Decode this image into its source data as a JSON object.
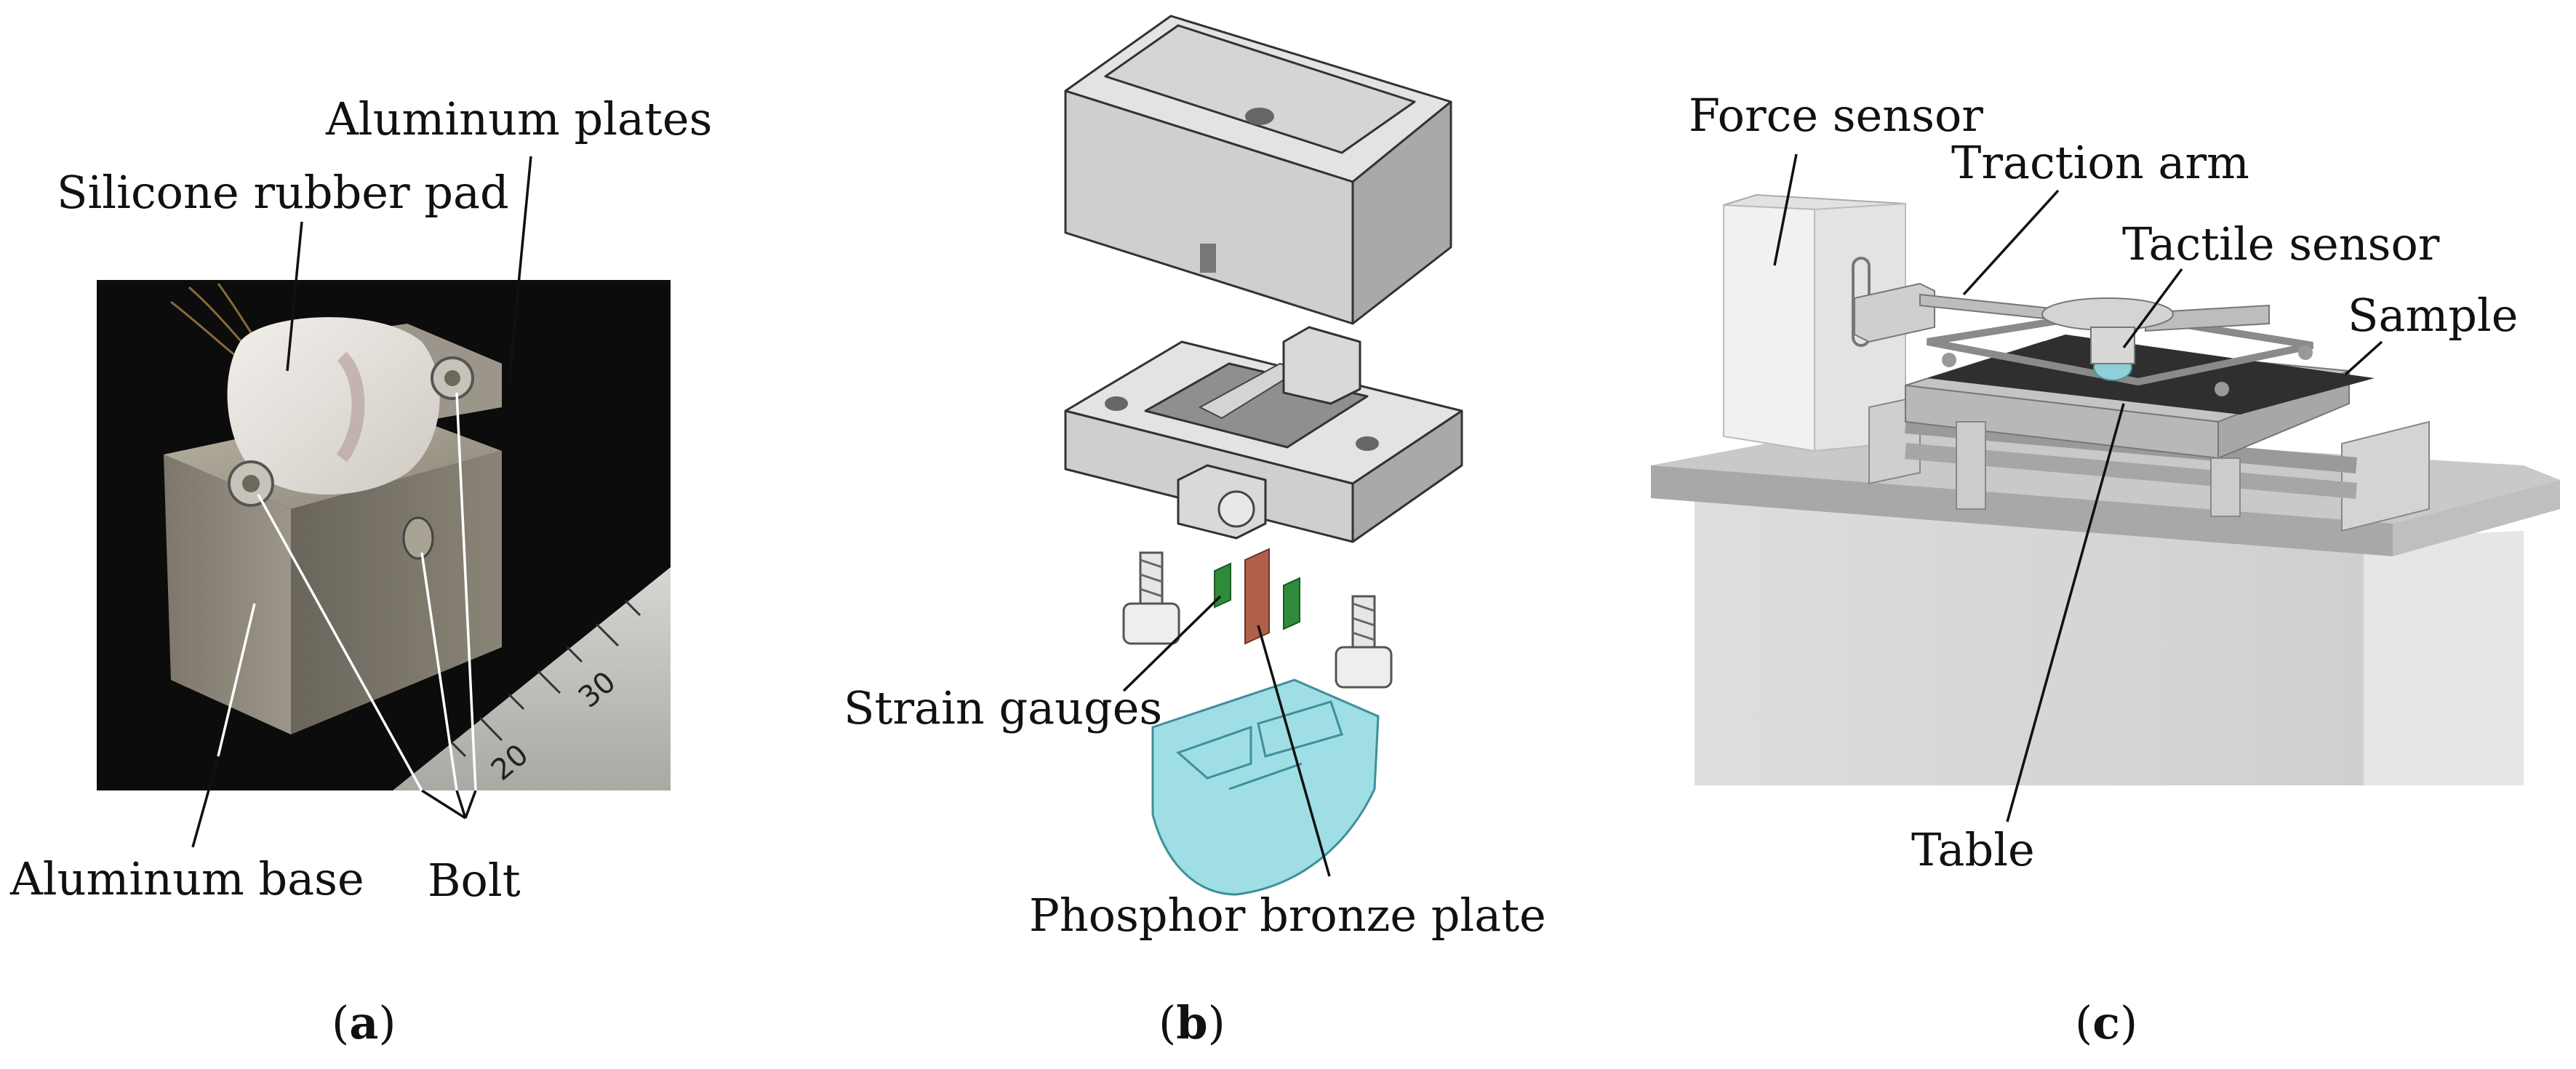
{
  "panel_a": {
    "caption": "a",
    "labels": {
      "aluminum_plates": "Aluminum plates",
      "silicone_pad": "Silicone rubber pad",
      "aluminum_base": "Aluminum base",
      "bolt": "Bolt"
    },
    "ruler_numbers": [
      "30",
      "20"
    ]
  },
  "panel_b": {
    "caption": "b",
    "labels": {
      "strain_gauges": "Strain gauges",
      "phosphor_bronze": "Phosphor bronze plate"
    }
  },
  "panel_c": {
    "caption": "c",
    "labels": {
      "force_sensor": "Force sensor",
      "traction_arm": "Traction arm",
      "tactile_sensor": "Tactile sensor",
      "sample": "Sample",
      "table": "Table"
    }
  },
  "colors": {
    "photo_background": "#0c0c0c",
    "aluminum": "#8a8478",
    "cad_gray": "#c4c4c4",
    "strain_gauge": "#2e8b3a",
    "phosphor_bronze": "#b0604a",
    "silicone_cyan": "#7fd3dc"
  }
}
